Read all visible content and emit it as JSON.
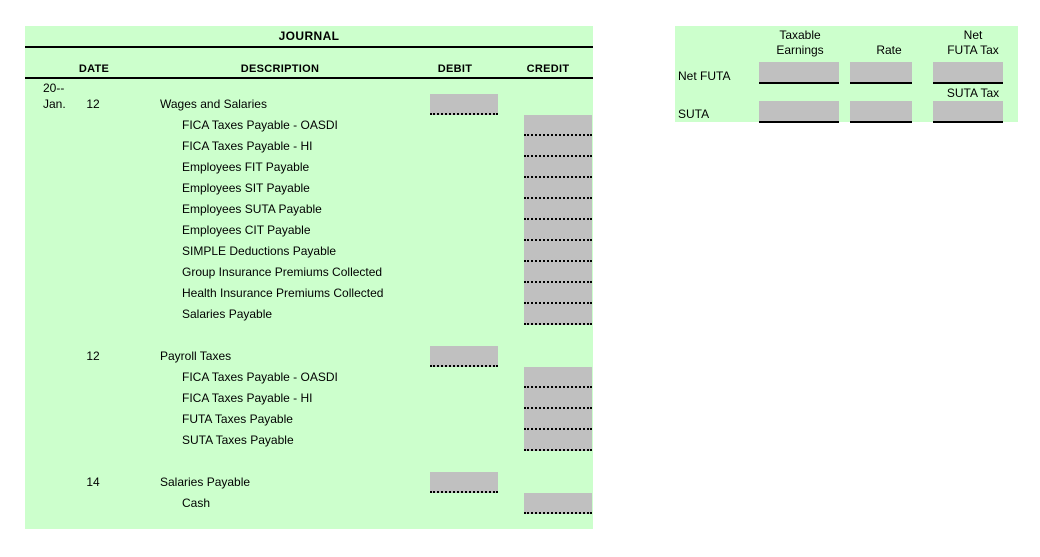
{
  "colors": {
    "panel_green": "#CCFFCC",
    "input_gray": "#C0C0C0",
    "rule_black": "#000000",
    "page_background": "#FFFFFF"
  },
  "journal": {
    "title": "JOURNAL",
    "columns": {
      "date": "DATE",
      "description": "DESCRIPTION",
      "debit": "DEBIT",
      "credit": "CREDIT"
    },
    "year_label": "20--",
    "entries": [
      {
        "month": "Jan.",
        "day": "12",
        "lines": [
          {
            "description": "Wages and Salaries",
            "indent": 0,
            "debit": "",
            "credit": null
          },
          {
            "description": "FICA Taxes Payable - OASDI",
            "indent": 1,
            "debit": null,
            "credit": ""
          },
          {
            "description": "FICA Taxes Payable - HI",
            "indent": 1,
            "debit": null,
            "credit": ""
          },
          {
            "description": "Employees FIT Payable",
            "indent": 1,
            "debit": null,
            "credit": ""
          },
          {
            "description": "Employees SIT Payable",
            "indent": 1,
            "debit": null,
            "credit": ""
          },
          {
            "description": "Employees SUTA Payable",
            "indent": 1,
            "debit": null,
            "credit": ""
          },
          {
            "description": "Employees CIT Payable",
            "indent": 1,
            "debit": null,
            "credit": ""
          },
          {
            "description": "SIMPLE Deductions Payable",
            "indent": 1,
            "debit": null,
            "credit": ""
          },
          {
            "description": "Group Insurance Premiums Collected",
            "indent": 1,
            "debit": null,
            "credit": ""
          },
          {
            "description": "Health Insurance Premiums Collected",
            "indent": 1,
            "debit": null,
            "credit": ""
          },
          {
            "description": "Salaries Payable",
            "indent": 1,
            "debit": null,
            "credit": ""
          }
        ]
      },
      {
        "month": "",
        "day": "12",
        "lines": [
          {
            "description": "Payroll Taxes",
            "indent": 0,
            "debit": "",
            "credit": null
          },
          {
            "description": "FICA Taxes Payable - OASDI",
            "indent": 1,
            "debit": null,
            "credit": ""
          },
          {
            "description": "FICA Taxes Payable - HI",
            "indent": 1,
            "debit": null,
            "credit": ""
          },
          {
            "description": "FUTA Taxes Payable",
            "indent": 1,
            "debit": null,
            "credit": ""
          },
          {
            "description": "SUTA Taxes Payable",
            "indent": 1,
            "debit": null,
            "credit": ""
          }
        ]
      },
      {
        "month": "",
        "day": "14",
        "lines": [
          {
            "description": "Salaries Payable",
            "indent": 0,
            "debit": "",
            "credit": null
          },
          {
            "description": "Cash",
            "indent": 1,
            "debit": null,
            "credit": ""
          }
        ]
      }
    ]
  },
  "tax_panel": {
    "headers": {
      "taxable_earnings": "Taxable\nEarnings",
      "taxable_earnings_line1": "Taxable",
      "taxable_earnings_line2": "Earnings",
      "rate": "Rate",
      "net_futa_tax_line1": "Net",
      "net_futa_tax_line2": "FUTA Tax",
      "suta_tax": "SUTA Tax"
    },
    "rows": [
      {
        "label": "Net FUTA",
        "taxable_earnings": "",
        "rate": "",
        "tax": ""
      },
      {
        "label": "SUTA",
        "taxable_earnings": "",
        "rate": "",
        "tax": ""
      }
    ]
  }
}
